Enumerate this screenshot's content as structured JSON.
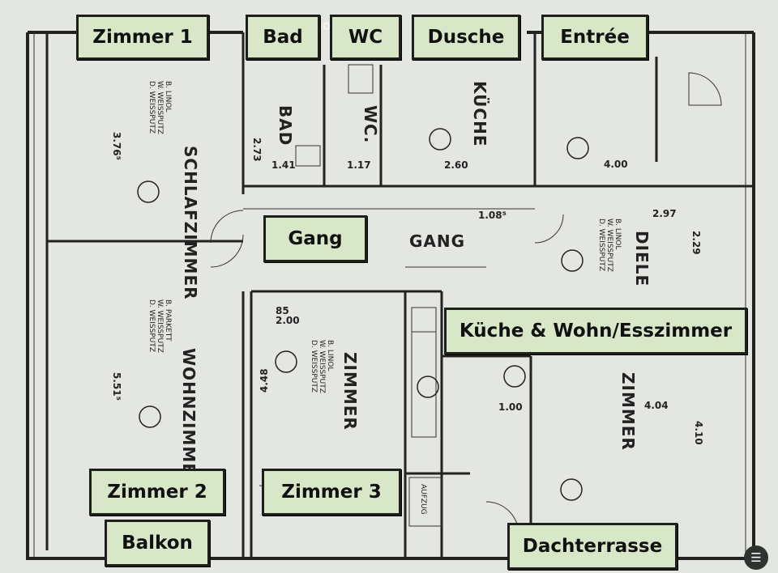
{
  "labels": {
    "zimmer1": "Zimmer 1",
    "bad": "Bad",
    "wc": "WC",
    "dusche": "Dusche",
    "entree": "Entrée",
    "gang": "Gang",
    "kueche_wohn": "Küche & Wohn/Esszimmer",
    "zimmer2": "Zimmer 2",
    "zimmer3": "Zimmer 3",
    "balkon": "Balkon",
    "dachterrasse": "Dachterrasse"
  },
  "plan_text": {
    "schlafzimmer": "SCHLAFZIMMER",
    "wohnzimmer": "WOHNZIMMER",
    "zimmer_mid": "ZIMMER",
    "zimmer_right": "ZIMMER",
    "bad": "BAD",
    "wc": "WC.",
    "kueche": "KÜCHE",
    "gang": "GANG",
    "diele": "DIELE",
    "aufzug": "AUFZUG",
    "dim_376": "3.76⁵",
    "dim_551": "5.51⁵",
    "dim_448": "4.48",
    "dim_273": "2.73",
    "dim_141": "1.41",
    "dim_117": "1.17",
    "dim_260": "2.60",
    "dim_400": "4.00",
    "dim_229": "2.29",
    "dim_404": "4.04",
    "dim_410": "4.10",
    "dim_100": "1.00",
    "dim_108": "1.08⁵",
    "dim_297": "2.97",
    "dim_200": "2.00",
    "dim_85": "85",
    "finish_a": "B. LINOL",
    "finish_b": "W. WEISSPUTZ",
    "finish_c": "D. WEISSPUTZ",
    "finish_d": "B. PARKETT"
  },
  "watermark": "homegate.ch",
  "colors": {
    "label_bg": "#d9e7c9",
    "label_border": "#1d1f1b",
    "paper": "#e4e6e2",
    "ink": "#222222"
  },
  "icons": {
    "fab": "chat-bubble-icon"
  }
}
